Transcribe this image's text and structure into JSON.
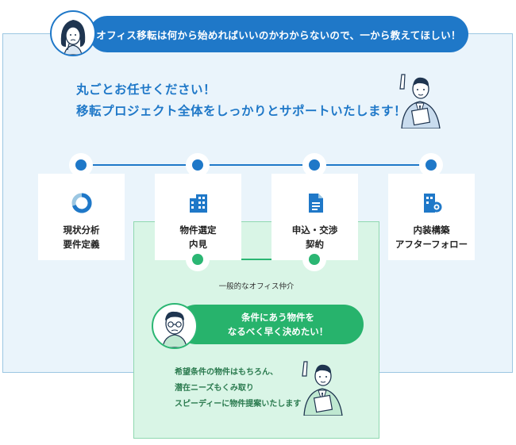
{
  "banner": {
    "text": "オフィス移転は何から始めればいいのかわからないので、一から教えてほしい！"
  },
  "headline": {
    "line1": "丸ごとお任せください！",
    "line2": "移転プロジェクト全体をしっかりとサポートいたします！"
  },
  "steps": [
    {
      "icon": "donut-chart-icon",
      "line1": "現状分析",
      "line2": "要件定義"
    },
    {
      "icon": "building-icon",
      "line1": "物件選定",
      "line2": "内見"
    },
    {
      "icon": "document-icon",
      "line1": "申込・交渉",
      "line2": "契約"
    },
    {
      "icon": "office-gear-icon",
      "line1": "内装構築",
      "line2": "アフターフォロー"
    }
  ],
  "general": {
    "label": "一般的なオフィス仲介",
    "bubble_line1": "条件にあう物件を",
    "bubble_line2": "なるべく早く決めたい！",
    "desc_line1": "希望条件の物件はもちろん、",
    "desc_line2": "潜在ニーズもくみ取り",
    "desc_line3": "スピーディーに物件提案いたします"
  },
  "colors": {
    "blue": "#1f78c8",
    "green": "#2bb673",
    "panel_blue": "#eaf4fb",
    "panel_green": "#d9f5e6"
  }
}
